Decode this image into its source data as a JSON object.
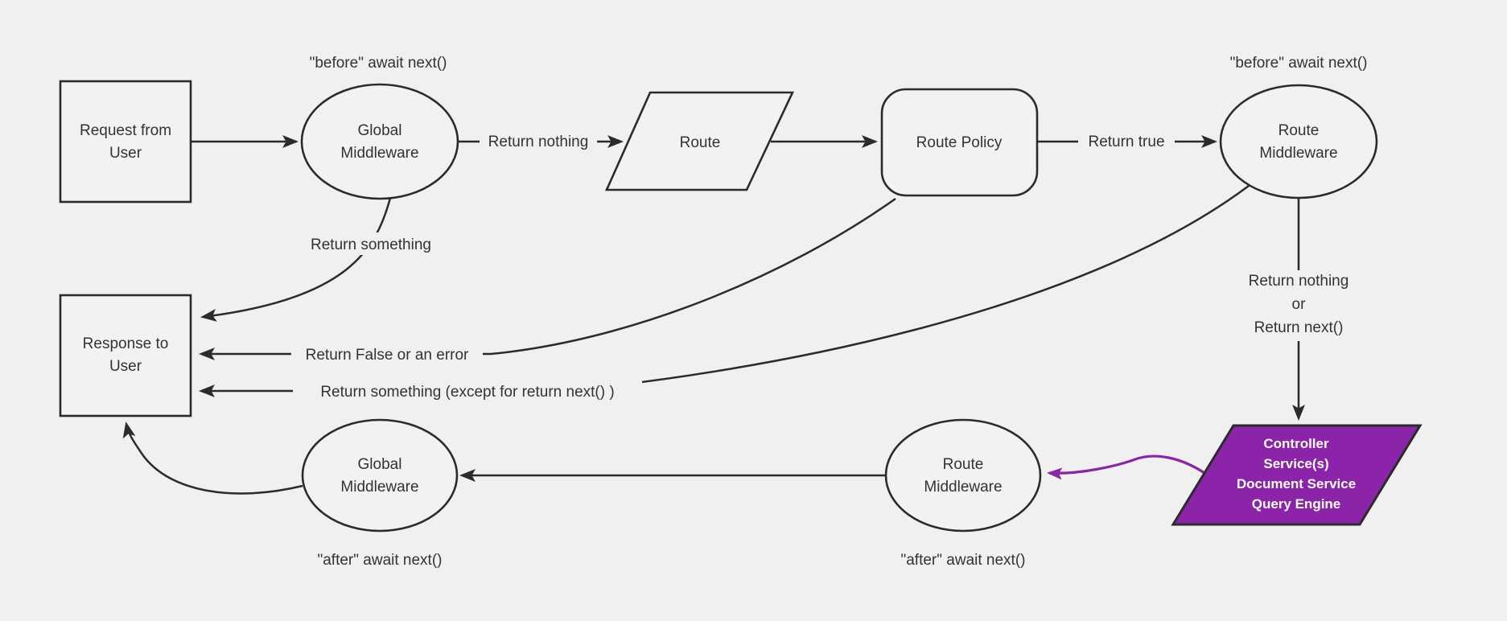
{
  "colors": {
    "background": "#f0f0f0",
    "node_fill": "#f2f2f2",
    "stroke": "#2b2b2b",
    "text": "#333333",
    "purple_fill": "#8b24a8",
    "purple_edge": "#8a24a8",
    "purple_text": "#ffffff"
  },
  "nodes": {
    "request": {
      "lines": [
        "Request from",
        "User"
      ]
    },
    "global_middleware_top": {
      "lines": [
        "Global",
        "Middleware"
      ]
    },
    "route": {
      "label": "Route"
    },
    "route_policy": {
      "label": "Route Policy"
    },
    "route_middleware_top": {
      "lines": [
        "Route",
        "Middleware"
      ]
    },
    "response": {
      "lines": [
        "Response to",
        "User"
      ]
    },
    "controller": {
      "lines": [
        "Controller",
        "Service(s)",
        "Document Service",
        "Query Engine"
      ]
    },
    "route_middleware_bottom": {
      "lines": [
        "Route",
        "Middleware"
      ]
    },
    "global_middleware_bottom": {
      "lines": [
        "Global",
        "Middleware"
      ]
    }
  },
  "annotations": {
    "before_global": "\"before\" await next()",
    "before_route": "\"before\" await next()",
    "after_global": "\"after\" await next()",
    "after_route": "\"after\" await next()"
  },
  "edge_labels": {
    "return_nothing": "Return nothing",
    "return_true": "Return true",
    "return_something": "Return something",
    "return_false": "Return False or an error",
    "return_something_except": "Return something (except for return next() )",
    "return_nothing_or": {
      "line1": "Return nothing",
      "line2": "or",
      "line3": "Return next()"
    }
  }
}
